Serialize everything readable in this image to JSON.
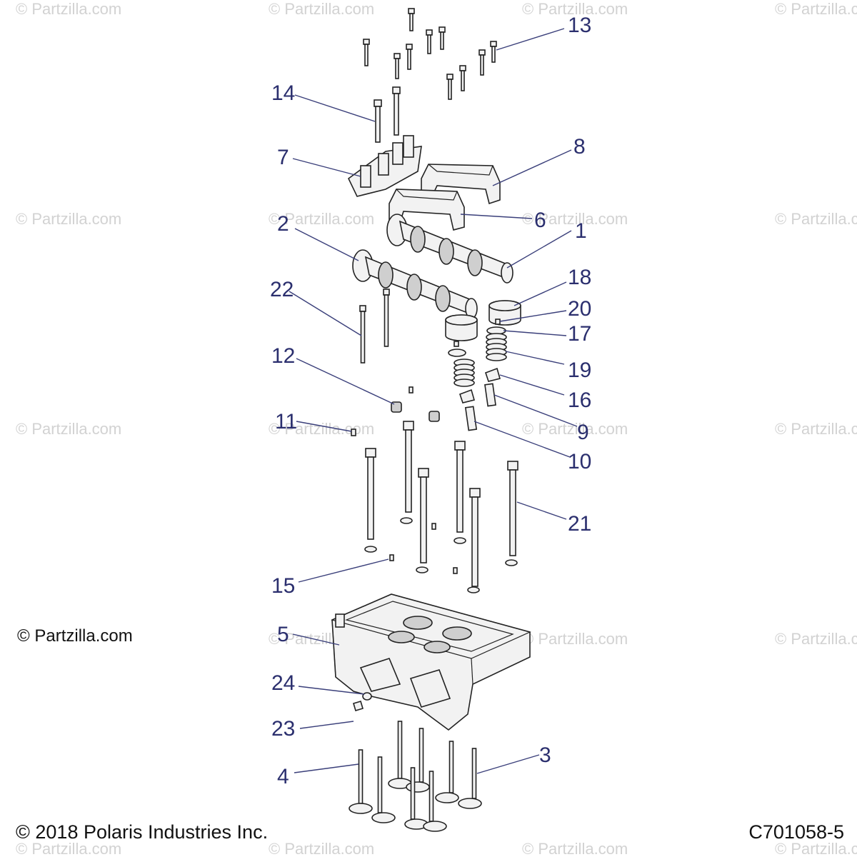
{
  "watermark_text": "© Partzilla.com",
  "side_watermark": "© Partzilla.com",
  "copyright": "© 2018 Polaris Industries Inc.",
  "diagram_code": "C701058-5",
  "callouts": [
    "13",
    "14",
    "7",
    "8",
    "6",
    "2",
    "1",
    "18",
    "22",
    "20",
    "17",
    "12",
    "19",
    "16",
    "11",
    "9",
    "10",
    "21",
    "15",
    "5",
    "24",
    "23",
    "3",
    "4"
  ],
  "colors": {
    "callout": "#2b2f6e",
    "watermark": "#d2d2d2",
    "part_outline": "#222222"
  }
}
